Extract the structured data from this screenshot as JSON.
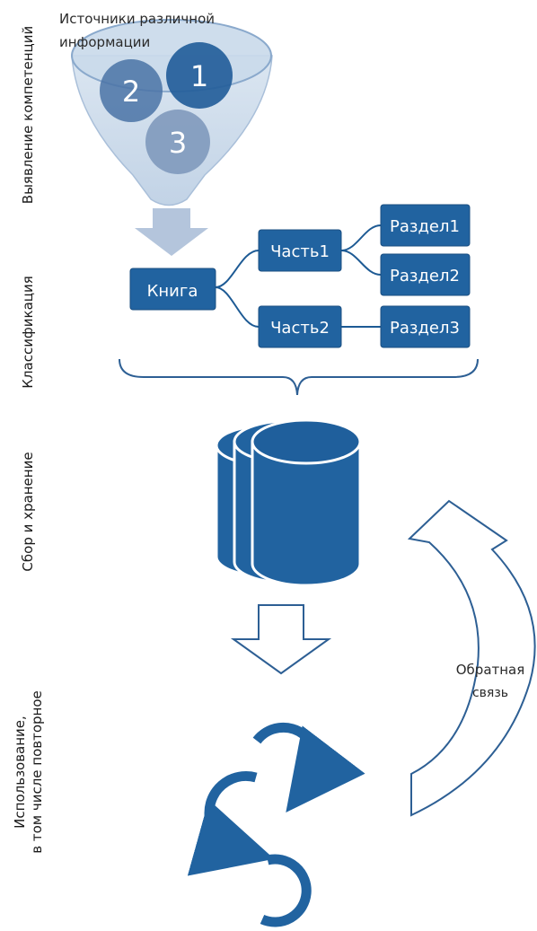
{
  "colors": {
    "primary": "#2163a0",
    "box_border": "#1b4f82",
    "funnel_fill": "#c8d7e8",
    "funnel_stroke": "#8fb0d3",
    "arrow_gray": "#b6c6da",
    "circle_dark": "#245e9a",
    "circle_mid": "#5a7fae",
    "circle_light": "#8fa6c3"
  },
  "stages": [
    {
      "id": "identify",
      "label": "Выявление компетенций"
    },
    {
      "id": "classify",
      "label": "Классификация"
    },
    {
      "id": "storage",
      "label": "Сбор и хранение"
    },
    {
      "id": "usage",
      "label_line1": "Использование,",
      "label_line2": "в том числе повторное"
    }
  ],
  "funnel": {
    "title_line1": "Источники различной",
    "title_line2": "информации",
    "circles": [
      "1",
      "2",
      "3"
    ]
  },
  "tree": {
    "root": "Книга",
    "parts": [
      "Часть1",
      "Часть2"
    ],
    "sections": [
      "Раздел1",
      "Раздел2",
      "Раздел3"
    ]
  },
  "feedback": {
    "line1": "Обратная",
    "line2": "связь"
  },
  "icons": {
    "database": "database-icon",
    "cycle": "cycle-arrows-icon",
    "down_arrow": "arrow-down-icon",
    "feedback_arrow": "curved-arrow-up-icon"
  }
}
